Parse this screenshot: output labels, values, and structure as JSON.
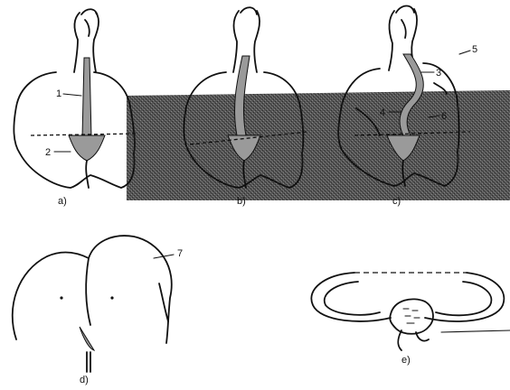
{
  "figure": {
    "panels": [
      {
        "id": "a",
        "caption": "a)"
      },
      {
        "id": "b",
        "caption": "b)"
      },
      {
        "id": "c",
        "caption": "c)"
      },
      {
        "id": "d",
        "caption": "d)"
      },
      {
        "id": "e",
        "caption": "e)"
      }
    ],
    "callouts": [
      "1",
      "2",
      "3",
      "4",
      "5",
      "6",
      "7"
    ],
    "colors": {
      "ink": "#111111",
      "spine_fill": "#9a9a9a",
      "shading": "#3f3f3f",
      "background": "#ffffff"
    }
  }
}
